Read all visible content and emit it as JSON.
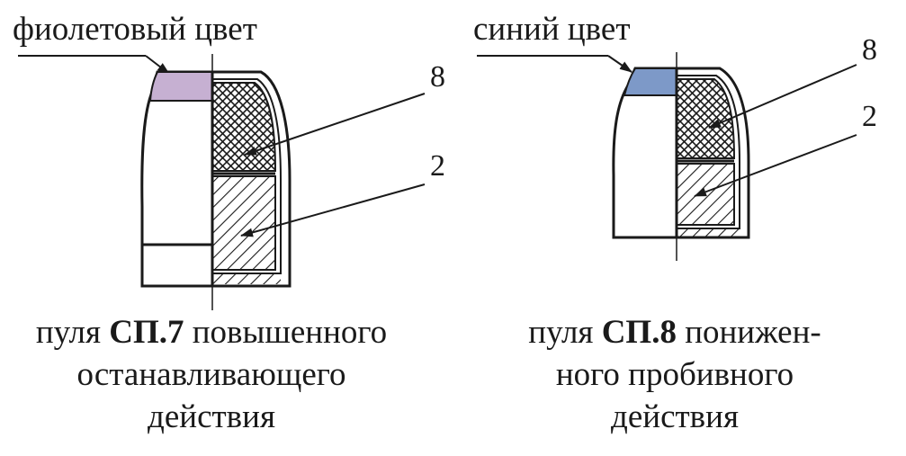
{
  "left_bullet": {
    "color_label": "фиолетовый цвет",
    "tip_color": "#c6b0d2",
    "callouts": [
      "8",
      "2"
    ],
    "caption": {
      "prefix": "пуля ",
      "name": "СП.7",
      "line1_rest": " повышенного",
      "line2": "останавливающего",
      "line3": "действия"
    }
  },
  "right_bullet": {
    "color_label": "синий цвет",
    "tip_color": "#7d99c8",
    "callouts": [
      "8",
      "2"
    ],
    "caption": {
      "prefix": "пуля ",
      "name": "СП.8",
      "line1_rest": " понижен-",
      "line2": "ного пробивного",
      "line3": "действия"
    }
  }
}
